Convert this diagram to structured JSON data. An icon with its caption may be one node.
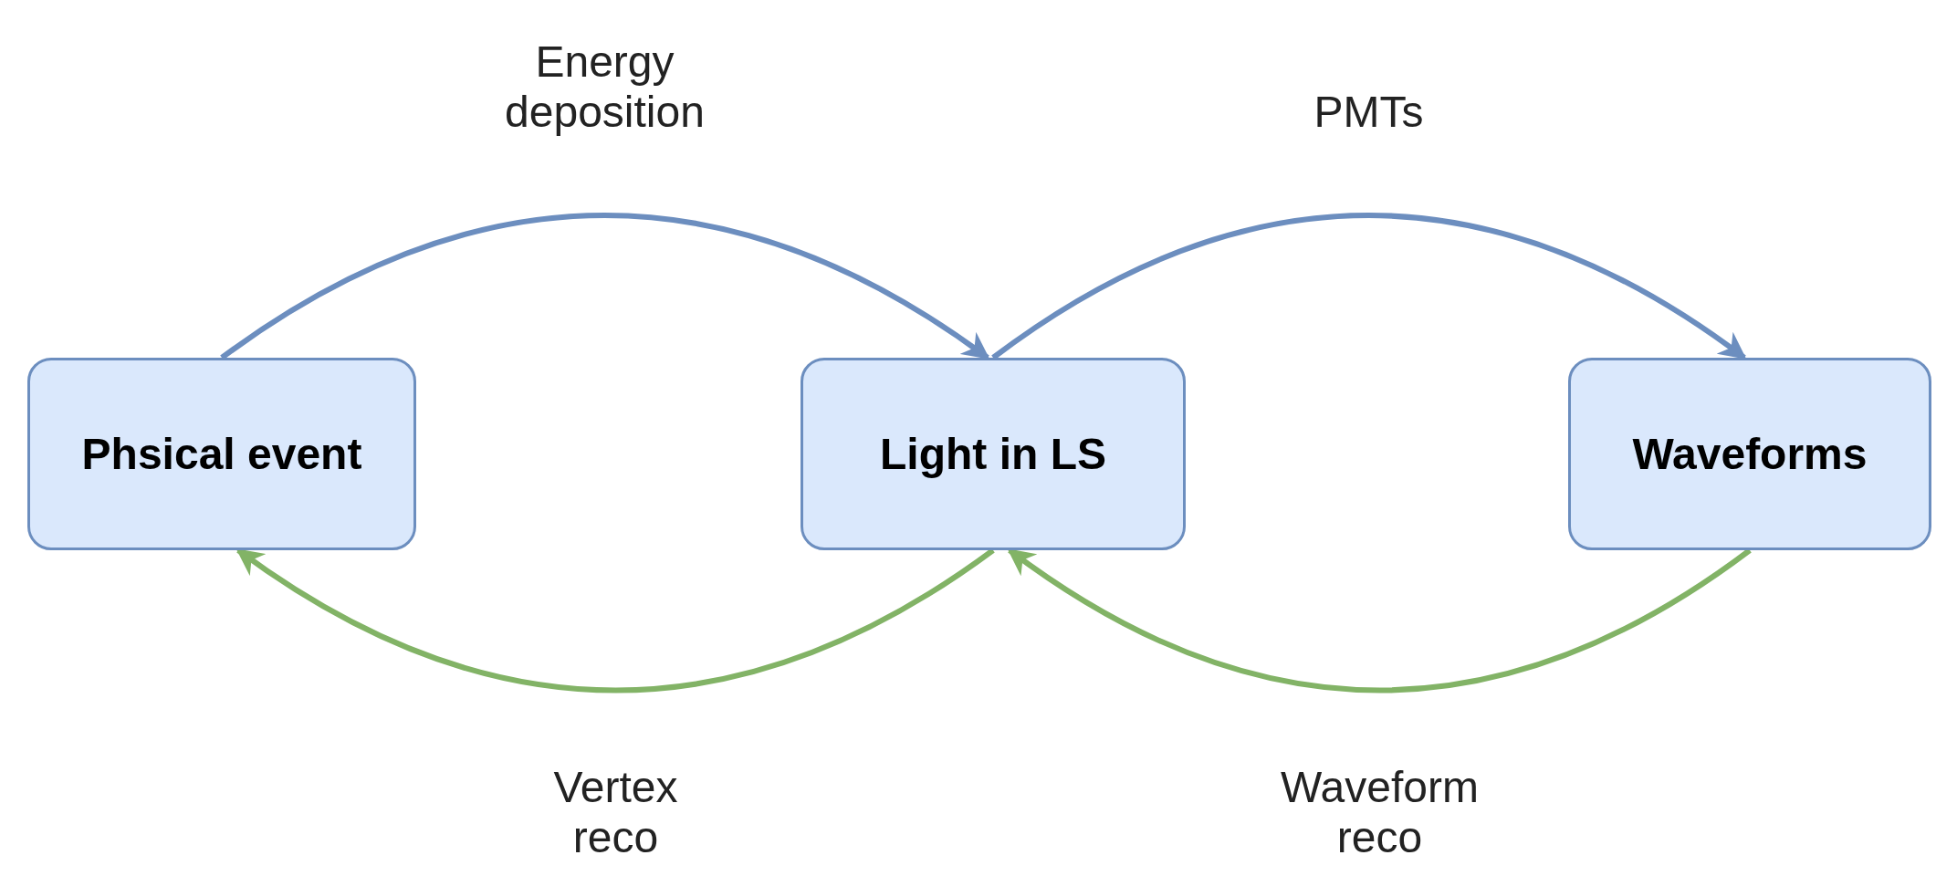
{
  "diagram": {
    "nodes": [
      {
        "text": [
          "Phsical event"
        ]
      },
      {
        "text": [
          "Light in LS"
        ]
      },
      {
        "text": [
          "Waveforms"
        ]
      }
    ],
    "edges": [
      {
        "from": 0,
        "to": 1,
        "arrow": "to",
        "label": "Energy deposition",
        "color": "#6c8ebf"
      },
      {
        "from": 1,
        "to": 2,
        "arrow": "to",
        "label": "PMTs",
        "color": "#6c8ebf"
      },
      {
        "from": 1,
        "to": 0,
        "arrow": "to",
        "label": "Vertex reco",
        "color": "#82b366"
      },
      {
        "from": 2,
        "to": 1,
        "arrow": "to",
        "label": "Waveform reco",
        "color": "#82b366"
      }
    ]
  }
}
